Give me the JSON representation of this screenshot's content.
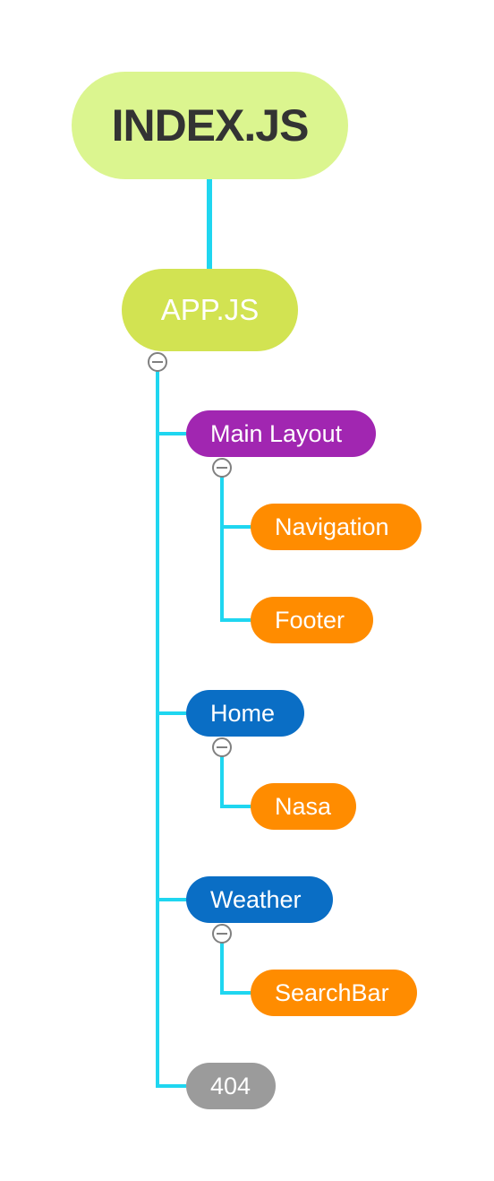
{
  "root": {
    "label": "INDEX.JS",
    "color": "#dbf58f"
  },
  "app": {
    "label": "APP.JS",
    "color": "#d2e352"
  },
  "connector_color": "#1fd6f0",
  "collapse_icon_color": "#808080",
  "children": [
    {
      "label": "Main Layout",
      "color": "#a126b1",
      "children": [
        {
          "label": "Navigation",
          "color": "#ff8c00"
        },
        {
          "label": "Footer",
          "color": "#ff8c00"
        }
      ]
    },
    {
      "label": "Home",
      "color": "#0a6ec5",
      "children": [
        {
          "label": "Nasa",
          "color": "#ff8c00"
        }
      ]
    },
    {
      "label": "Weather",
      "color": "#0a6ec5",
      "children": [
        {
          "label": "SearchBar",
          "color": "#ff8c00"
        }
      ]
    },
    {
      "label": "404",
      "color": "#9b9b9b",
      "children": []
    }
  ]
}
